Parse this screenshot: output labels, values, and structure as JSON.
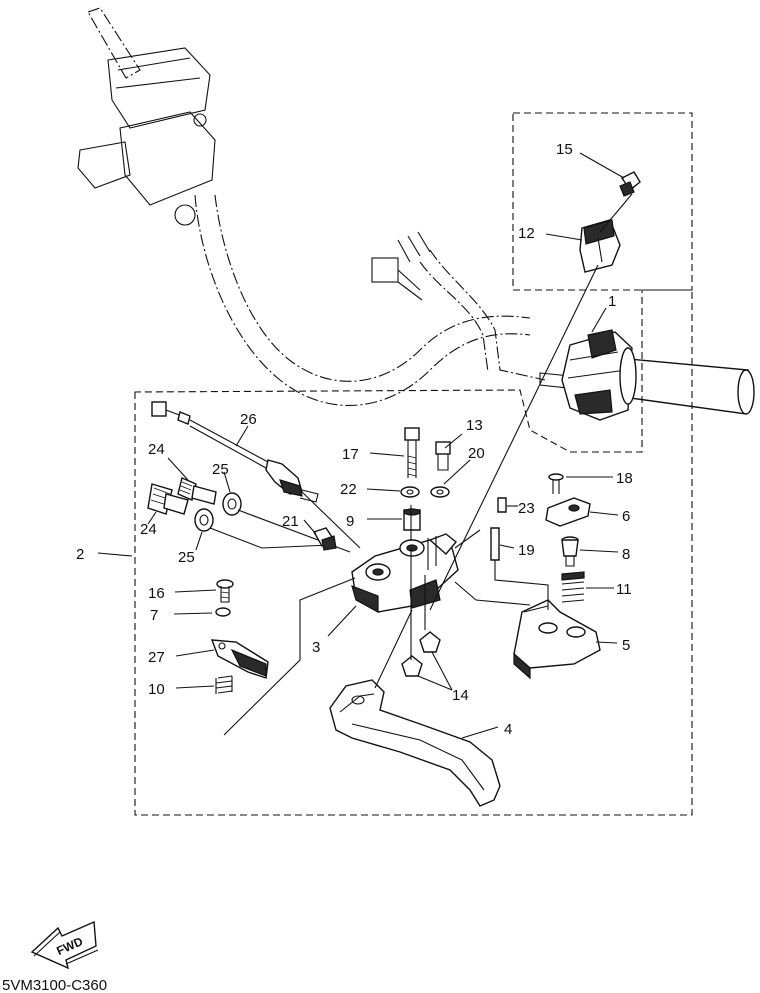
{
  "drawing_code": "5VM3100-C360",
  "fwd_symbol": "FWD",
  "parts": [
    {
      "id": "p1",
      "number": "1"
    },
    {
      "id": "p2",
      "number": "2"
    },
    {
      "id": "p3",
      "number": "3"
    },
    {
      "id": "p4",
      "number": "4"
    },
    {
      "id": "p5",
      "number": "5"
    },
    {
      "id": "p6",
      "number": "6"
    },
    {
      "id": "p7",
      "number": "7"
    },
    {
      "id": "p8",
      "number": "8"
    },
    {
      "id": "p9",
      "number": "9"
    },
    {
      "id": "p10",
      "number": "10"
    },
    {
      "id": "p11",
      "number": "11"
    },
    {
      "id": "p12",
      "number": "12"
    },
    {
      "id": "p13",
      "number": "13"
    },
    {
      "id": "p14",
      "number": "14"
    },
    {
      "id": "p15",
      "number": "15"
    },
    {
      "id": "p16",
      "number": "16"
    },
    {
      "id": "p17",
      "number": "17"
    },
    {
      "id": "p18",
      "number": "18"
    },
    {
      "id": "p19",
      "number": "19"
    },
    {
      "id": "p20",
      "number": "20"
    },
    {
      "id": "p21",
      "number": "21"
    },
    {
      "id": "p22",
      "number": "22"
    },
    {
      "id": "p23",
      "number": "23"
    },
    {
      "id": "p24a",
      "number": "24"
    },
    {
      "id": "p24b",
      "number": "24"
    },
    {
      "id": "p25a",
      "number": "25"
    },
    {
      "id": "p25b",
      "number": "25"
    },
    {
      "id": "p26",
      "number": "26"
    },
    {
      "id": "p27",
      "number": "27"
    }
  ]
}
